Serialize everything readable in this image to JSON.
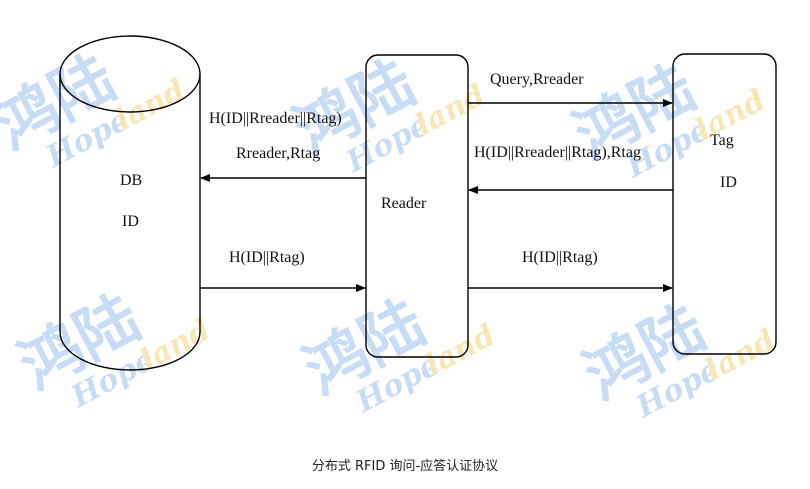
{
  "nodes": {
    "db": {
      "title": "DB",
      "id": "ID"
    },
    "reader": {
      "title": "Reader"
    },
    "tag": {
      "title": "Tag",
      "id": "ID"
    }
  },
  "messages": {
    "db_to_reader_label1": "H(ID||Rreader||Rtag)",
    "db_to_reader_label2": "Rreader,Rtag",
    "reader_to_db": "H(ID||Rtag)",
    "reader_to_tag_query": "Query,Rreader",
    "tag_to_reader": "H(ID||Rreader||Rtag),Rtag",
    "reader_to_tag_final": "H(ID||Rtag)"
  },
  "caption": "分布式 RFID 询问-应答认证协议",
  "watermark": {
    "cn": "鸿陆",
    "en_a": "Hope",
    "en_b": "land"
  }
}
